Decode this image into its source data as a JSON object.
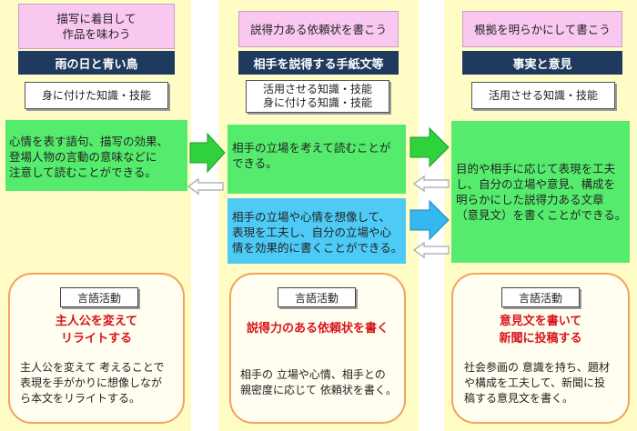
{
  "columns": [
    {
      "theme": [
        "描写に着目して",
        "作品を味わう"
      ],
      "unit": "雨の日と青い鳥",
      "skill_label": "身に付けた知識・技能",
      "skill_items": [
        [
          "心情を表す語句、描写の効果、",
          "登場人物の言動の意味などに",
          "注意して読むことができる。"
        ]
      ],
      "activity_label": "言語活動",
      "activity_title": [
        "主人公を変えて",
        "リライトする"
      ],
      "activity_desc": [
        "主人公を変えて 考えることで",
        "表現を手がかりに想像しなが",
        "ら本文をリライトする。"
      ]
    },
    {
      "theme": [
        "説得力ある依頼状を書こう"
      ],
      "unit": "相手を説得する手紙文等",
      "skill_label": [
        "活用させる知識・技能",
        "身に付ける知識・技能"
      ],
      "skill_items": [
        [
          "相手の立場を考えて読むことが",
          "できる。"
        ],
        [
          "相手の立場や心情を想像して、",
          "表現を工夫し、自分の立場や心",
          "情を効果的に書くことができる。"
        ]
      ],
      "activity_label": "言語活動",
      "activity_title": [
        "説得力のある依頼状を書く"
      ],
      "activity_desc": [
        "相手の 立場や心情、相手との",
        "親密度に応じて 依頼状を書く。"
      ]
    },
    {
      "theme": [
        "根拠を明らかにして書こう"
      ],
      "unit": "事実と意見",
      "skill_label": "活用させる知識・技能",
      "skill_items": [
        [
          "目的や相手に応じて表現を工夫",
          "し、自分の立場や意見、構成を",
          "明らかにした説得力ある文章",
          "（意見文）を書くことができる。"
        ]
      ],
      "activity_label": "言語活動",
      "activity_title": [
        "意見文を書いて",
        "新聞に投稿する"
      ],
      "activity_desc": [
        "社会参画の 意識を持ち、題材",
        "や構成を工夫して、新聞に投",
        "稿する意見文を書く。"
      ]
    }
  ],
  "colors": {
    "column_bg": "#fffcc6",
    "theme_bg": "#f9c8f0",
    "unit_bg": "#1f3a5f",
    "green_box": "#55ec6d",
    "blue_box": "#4dcbf6",
    "activity_border": "#f2a35a",
    "activity_title": "#d7151b",
    "arrow_green": "#2fd23c",
    "arrow_blue": "#35b8f0",
    "arrow_gray": "#c8c8c8"
  },
  "icons": [
    "arrow-right-green",
    "arrow-left-gray",
    "arrow-right-blue"
  ]
}
